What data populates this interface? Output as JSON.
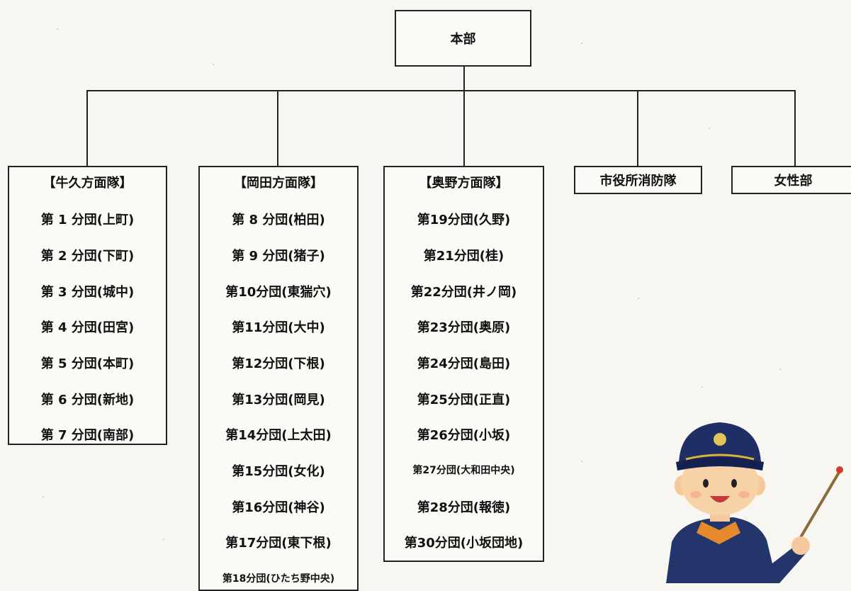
{
  "headquarters": "本部",
  "columns": [
    {
      "title": "【牛久方面隊】",
      "items": [
        "第 1 分団(上町)",
        "第 2 分団(下町)",
        "第 3 分団(城中)",
        "第 4 分団(田宮)",
        "第 5 分団(本町)",
        "第 6 分団(新地)",
        "第 7 分団(南部)"
      ]
    },
    {
      "title": "【岡田方面隊】",
      "items": [
        "第 8 分団(柏田)",
        "第 9 分団(猪子)",
        "第10分団(東猯穴)",
        "第11分団(大中)",
        "第12分団(下根)",
        "第13分団(岡見)",
        "第14分団(上太田)",
        "第15分団(女化)",
        "第16分団(神谷)",
        "第17分団(東下根)",
        "第18分団(ひたち野中央)"
      ]
    },
    {
      "title": "【奥野方面隊】",
      "items": [
        "第19分団(久野)",
        "第21分団(桂)",
        "第22分団(井ノ岡)",
        "第23分団(奥原)",
        "第24分団(島田)",
        "第25分団(正直)",
        "第26分団(小坂)",
        "第27分団(大和田中央)",
        "第28分団(報徳)",
        "第30分団(小坂団地)"
      ]
    }
  ],
  "city_hall_unit": "市役所消防隊",
  "women_unit": "女性部",
  "illustration": "firefighter-officer-with-pointer"
}
